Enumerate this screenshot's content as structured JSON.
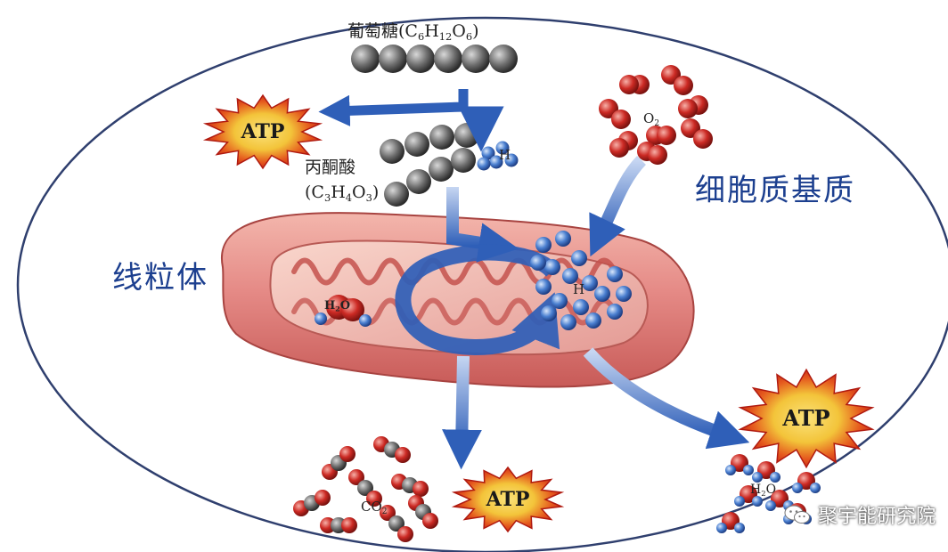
{
  "labels": {
    "glucose_name": "葡萄糖",
    "glucose_formula_open": "(C",
    "glucose_sub1": "6",
    "glucose_h": "H",
    "glucose_sub2": "12",
    "glucose_o": "O",
    "glucose_sub3": "6",
    "glucose_close": ")",
    "pyruvate_name": "丙酮酸",
    "pyruvate_formula_open": "(C",
    "pyruvate_sub1": "3",
    "pyruvate_h": "H",
    "pyruvate_sub2": "4",
    "pyruvate_o": "O",
    "pyruvate_sub3": "3",
    "pyruvate_close": ")",
    "h_top": "H",
    "h_mito": "H",
    "o2": "O",
    "o2_sub": "2",
    "h2o_inner": "H",
    "h2o_sub": "2",
    "h2o_o": "O",
    "co2": "CO",
    "co2_sub": "2",
    "h2o_out": "H",
    "h2o_out_sub": "2",
    "h2o_out_o": "O",
    "cytoplasm": "细胞质基质",
    "mitochondrion": "线粒体"
  },
  "atp_labels": [
    "ATP",
    "ATP",
    "ATP"
  ],
  "watermark": {
    "text": "聚宇能研究院",
    "icon": "wechat-icon"
  },
  "colors": {
    "arrow_blue": "#2f5fb8",
    "atp_red": "#d2281a",
    "atp_yellow": "#f3c43a",
    "mito_pink": "#e58a86",
    "glucose_gray": "#6b6b6b",
    "oxygen_red": "#cc2a24",
    "hydrogen_blue": "#4a7fd0",
    "label_blue": "#1c3f8f"
  }
}
